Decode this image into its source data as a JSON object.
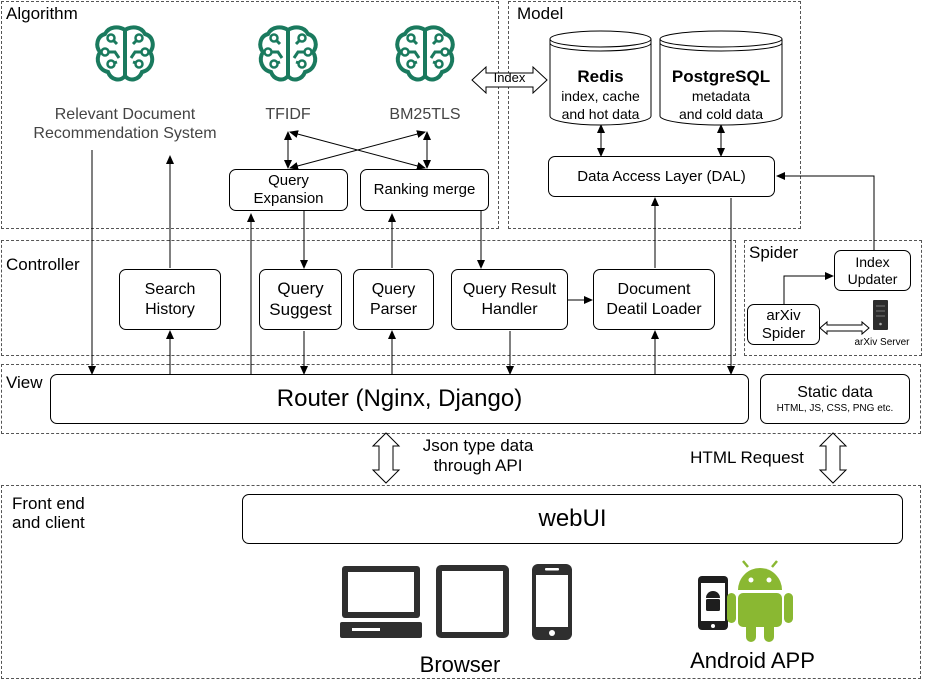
{
  "regions": {
    "algorithm": "Algorithm",
    "model": "Model",
    "controller": "Controller",
    "spider": "Spider",
    "view": "View",
    "frontend": "Front end\nand client"
  },
  "algorithm": {
    "relevant": "Relevant Document\nRecommendation System",
    "tfidf": "TFIDF",
    "bm25": "BM25TLS",
    "query_expansion": "Query\nExpansion",
    "ranking_merge": "Ranking merge"
  },
  "model": {
    "redis_title": "Redis",
    "redis_desc": "index, cache\nand hot data",
    "pg_title": "PostgreSQL",
    "pg_desc": "metadata\nand cold data",
    "dal": "Data Access Layer (DAL)",
    "index_label": "Index"
  },
  "controller": {
    "search_history": "Search\nHistory",
    "query_suggest": "Query\nSuggest",
    "query_parser": "Query\nParser",
    "query_result": "Query Result\nHandler",
    "doc_loader": "Document\nDeatil Loader"
  },
  "spider": {
    "index_updater": "Index\nUpdater",
    "arxiv_spider": "arXiv\nSpider",
    "arxiv_server": "arXiv Server"
  },
  "view": {
    "router": "Router (Nginx, Django)",
    "static_title": "Static data",
    "static_desc": "HTML, JS, CSS, PNG etc."
  },
  "links": {
    "json": "Json type data\nthrough API",
    "html_request": "HTML Request"
  },
  "frontend": {
    "webui": "webUI",
    "browser": "Browser",
    "android": "Android APP"
  },
  "colors": {
    "brain": "#1a7a5e",
    "android": "#8ab832",
    "border": "#000000"
  }
}
